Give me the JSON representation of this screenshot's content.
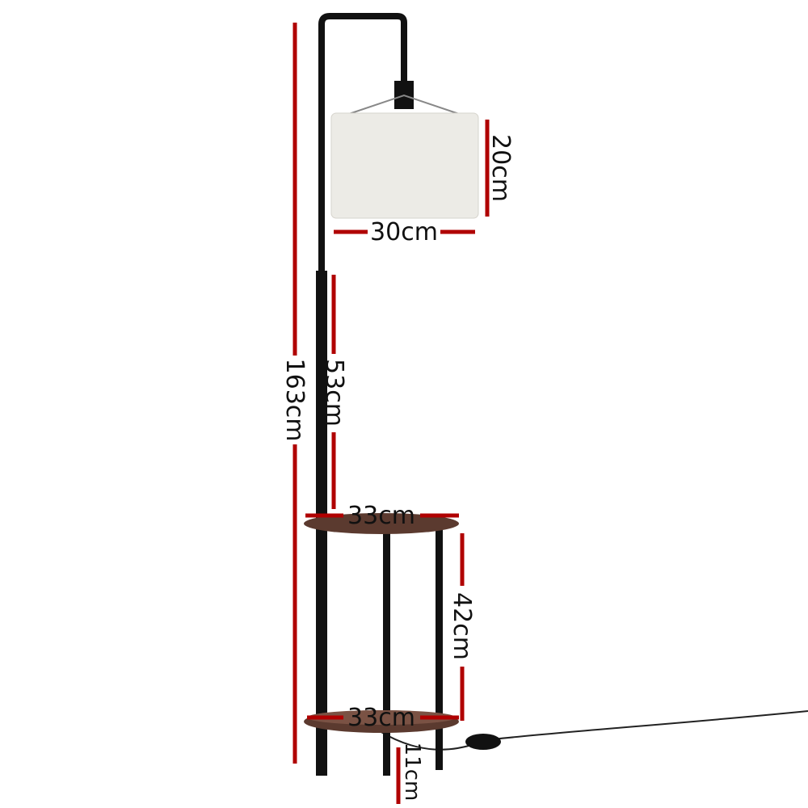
{
  "colors": {
    "dimension_line": "#b00000",
    "frame": "#111111",
    "shade": "#ecebe6",
    "wood": "#5b3a2f"
  },
  "dimensions": {
    "total_height": "163cm",
    "shade_height": "20cm",
    "shade_width": "30cm",
    "pole_upper": "53cm",
    "top_shelf_width": "33cm",
    "shelf_gap": "42cm",
    "bottom_shelf_width": "33cm",
    "leg_height": "11cm"
  }
}
